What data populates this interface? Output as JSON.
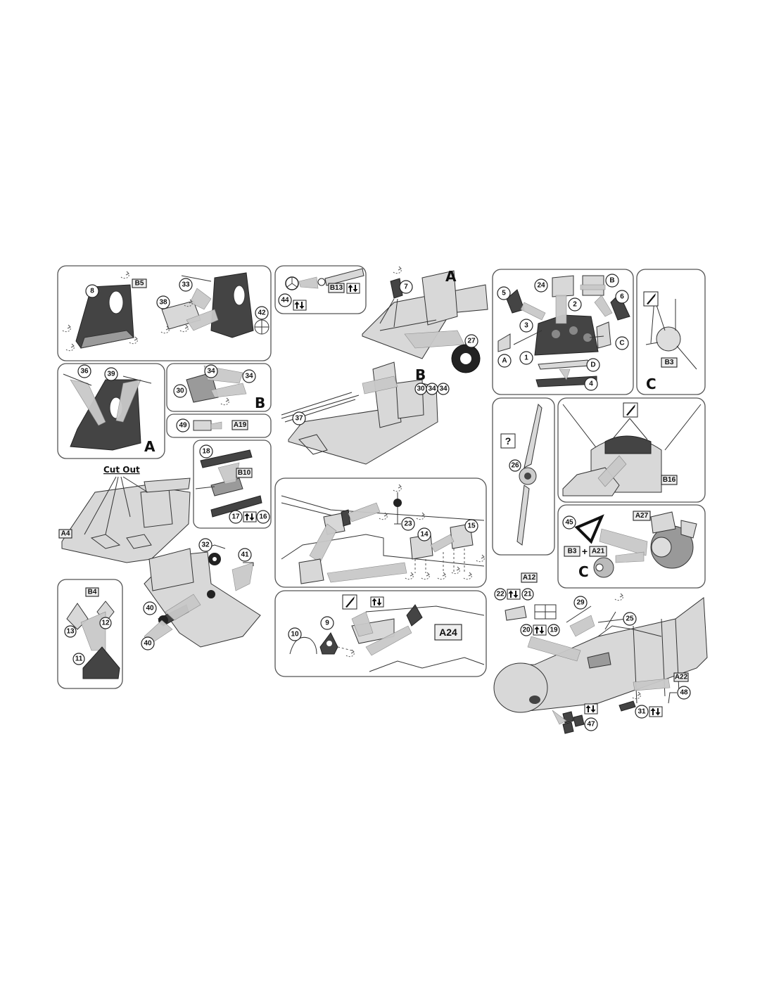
{
  "labels": {
    "A": "A",
    "B": "B",
    "C": "C",
    "D": "D",
    "B5": "B5",
    "B13": "B13",
    "A19": "A19",
    "B10": "B10",
    "A4": "A4",
    "B4": "B4",
    "A24": "A24",
    "B3": "B3",
    "B16": "B16",
    "A27": "A27",
    "A21": "A21",
    "A12": "A12",
    "A22": "A22",
    "plus": "+",
    "question": "?",
    "cut_out": "Cut Out"
  },
  "numbers": {
    "n1": "1",
    "n2": "2",
    "n3": "3",
    "n4": "4",
    "n5": "5",
    "n6": "6",
    "n7": "7",
    "n8": "8",
    "n9": "9",
    "n10": "10",
    "n11": "11",
    "n12": "12",
    "n13": "13",
    "n14": "14",
    "n15": "15",
    "n16": "16",
    "n17": "17",
    "n18": "18",
    "n19": "19",
    "n20": "20",
    "n21": "21",
    "n22": "22",
    "n23": "23",
    "n24": "24",
    "n25": "25",
    "n26": "26",
    "n27": "27",
    "n29": "29",
    "n30": "30",
    "n31": "31",
    "n32": "32",
    "n33": "33",
    "n34": "34",
    "n36": "36",
    "n37": "37",
    "n38": "38",
    "n39": "39",
    "n40": "40",
    "n41": "41",
    "n42": "42",
    "n44": "44",
    "n45": "45",
    "n47": "47",
    "n48": "48",
    "n49": "49"
  },
  "icons": [
    "double-arrow-icon",
    "scalpel-icon",
    "rotate-icon"
  ],
  "colors": {
    "line": "#333333",
    "part": "#d8d8d8",
    "arrow": "#c9c9c9",
    "dark": "#444444"
  }
}
